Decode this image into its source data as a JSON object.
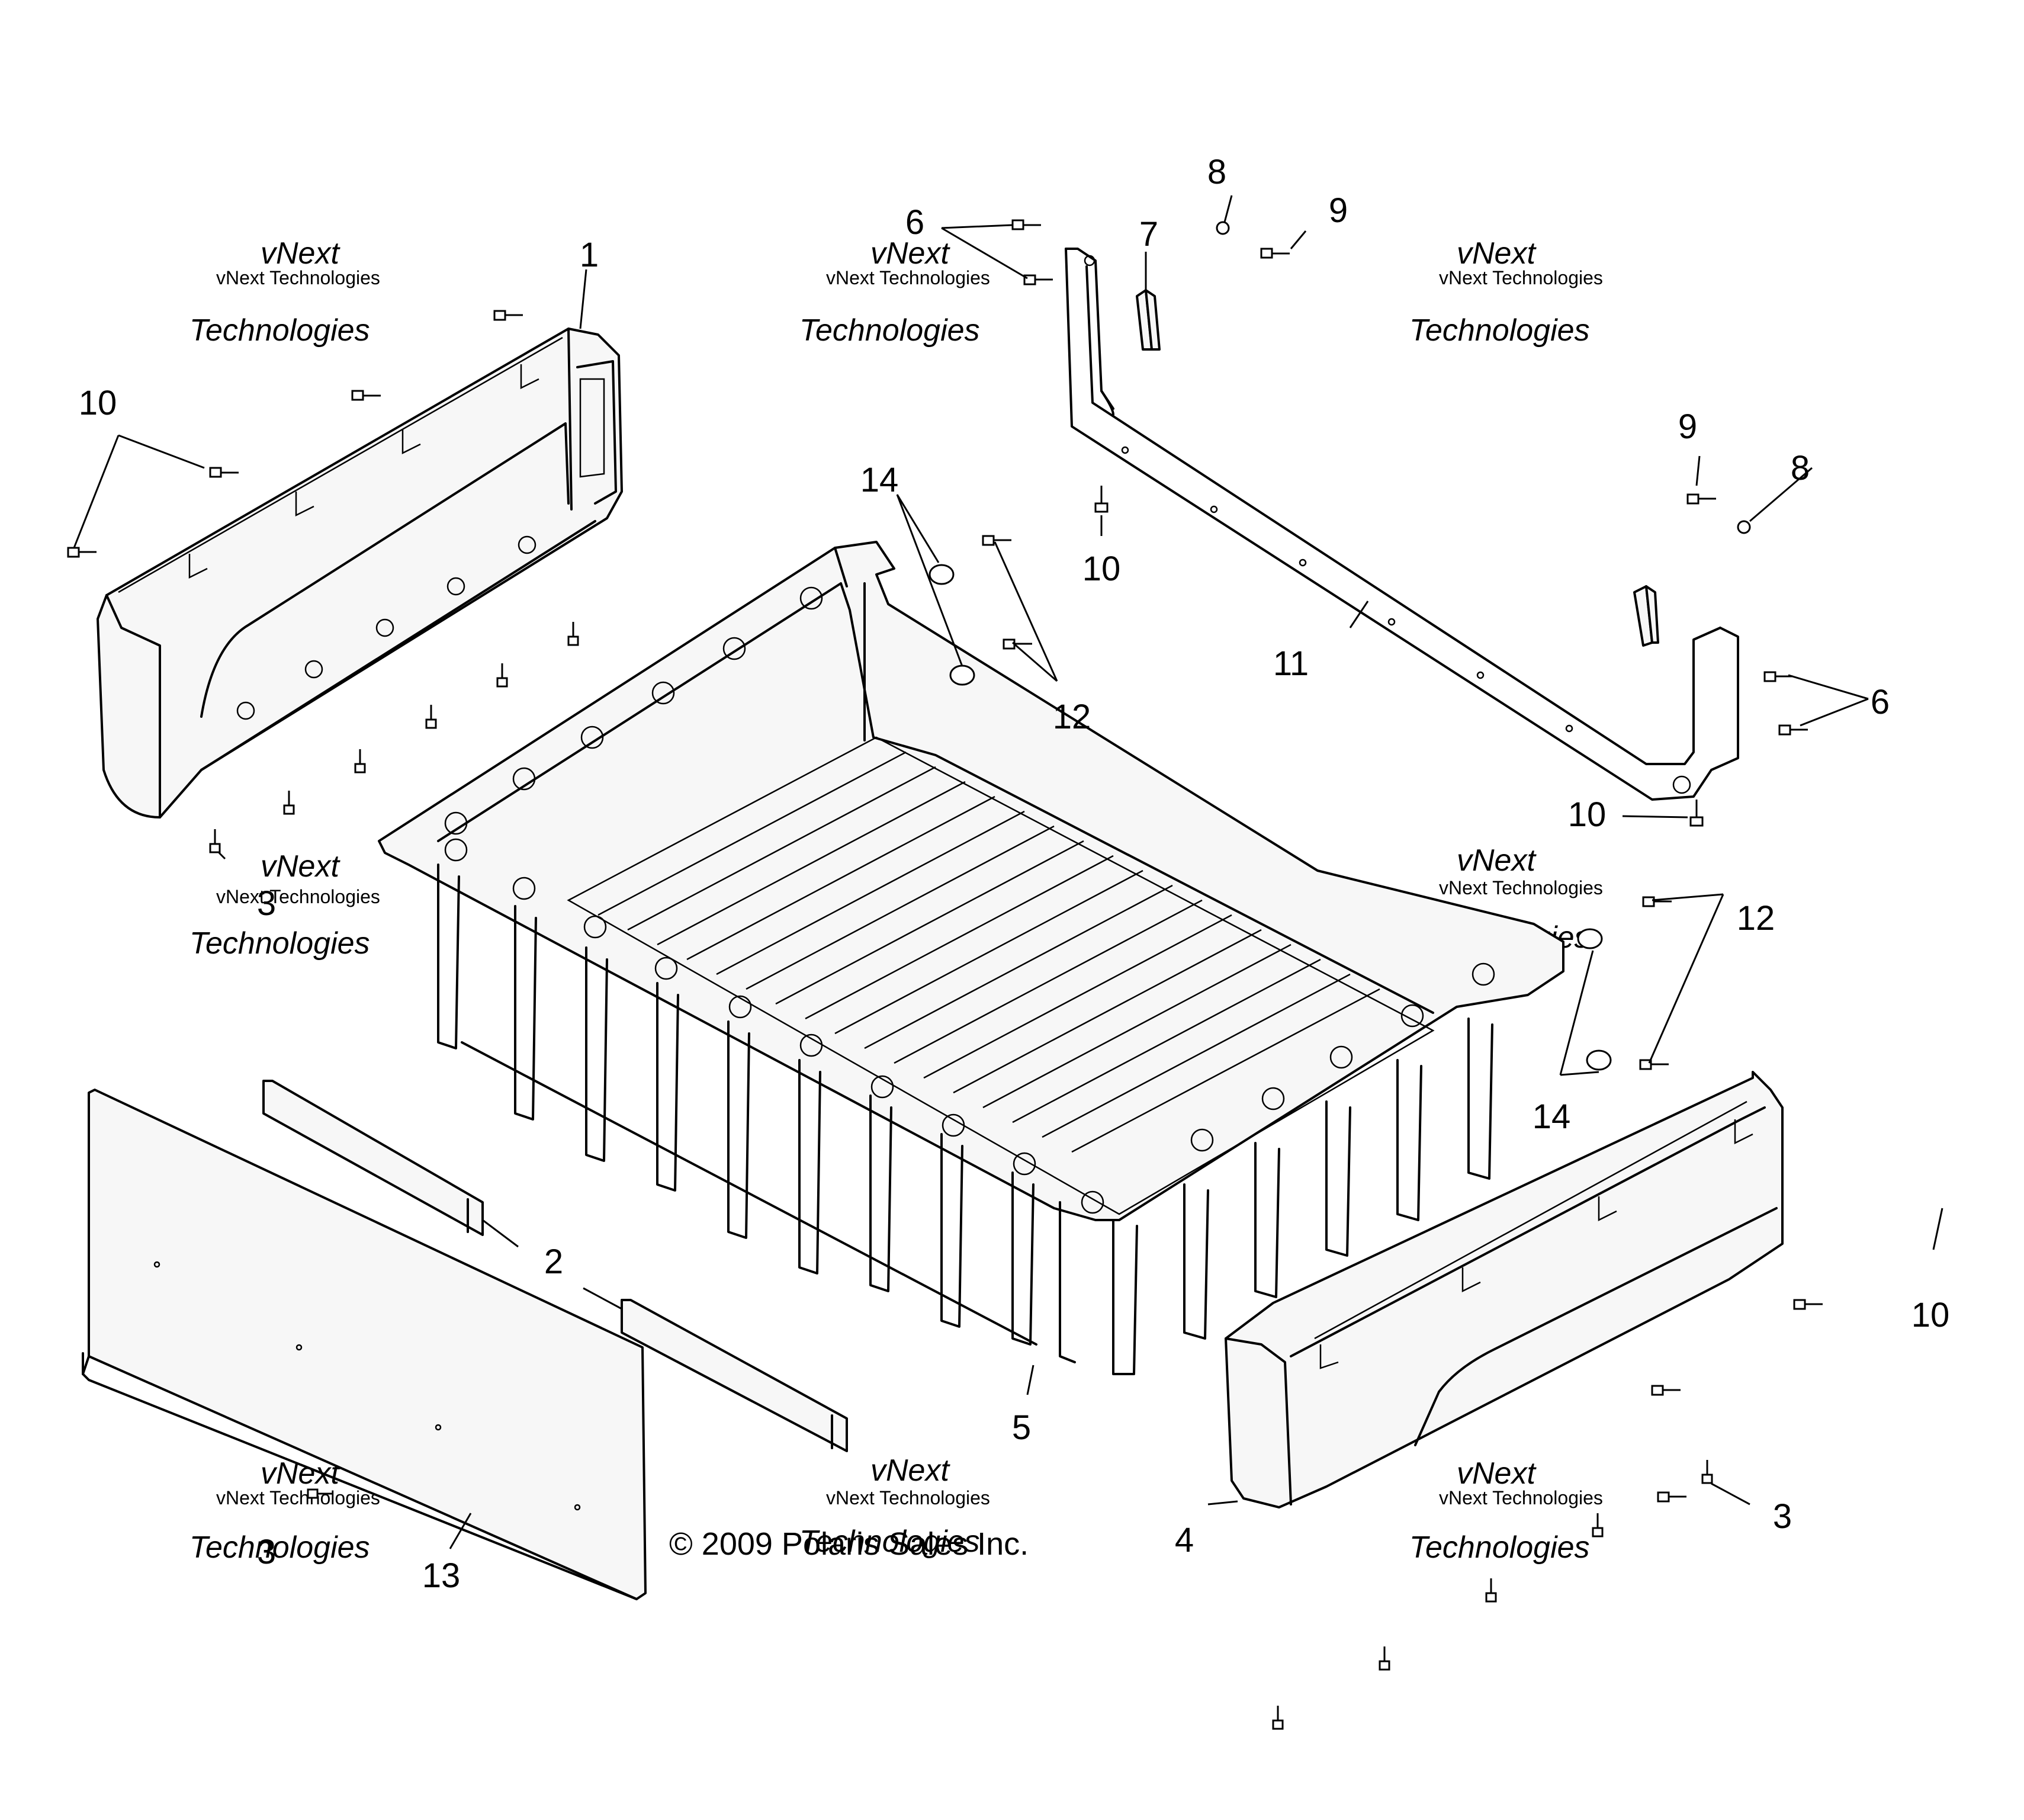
{
  "copyright": "© 2009 Polaris Sales Inc.",
  "watermark": {
    "line1": "vNext Technologies",
    "line2": "vNext",
    "line3": "Technologies"
  },
  "callouts": [
    {
      "id": "c1",
      "label": "1"
    },
    {
      "id": "c2",
      "label": "2"
    },
    {
      "id": "c3a",
      "label": "3"
    },
    {
      "id": "c3b",
      "label": "3"
    },
    {
      "id": "c3c",
      "label": "3"
    },
    {
      "id": "c4",
      "label": "4"
    },
    {
      "id": "c5",
      "label": "5"
    },
    {
      "id": "c6a",
      "label": "6"
    },
    {
      "id": "c6b",
      "label": "6"
    },
    {
      "id": "c7",
      "label": "7"
    },
    {
      "id": "c8a",
      "label": "8"
    },
    {
      "id": "c8b",
      "label": "8"
    },
    {
      "id": "c9a",
      "label": "9"
    },
    {
      "id": "c9b",
      "label": "9"
    },
    {
      "id": "c10a",
      "label": "10"
    },
    {
      "id": "c10b",
      "label": "10"
    },
    {
      "id": "c10c",
      "label": "10"
    },
    {
      "id": "c10d",
      "label": "10"
    },
    {
      "id": "c11",
      "label": "11"
    },
    {
      "id": "c12a",
      "label": "12"
    },
    {
      "id": "c12b",
      "label": "12"
    },
    {
      "id": "c13",
      "label": "13"
    },
    {
      "id": "c14a",
      "label": "14"
    },
    {
      "id": "c14b",
      "label": "14"
    }
  ]
}
